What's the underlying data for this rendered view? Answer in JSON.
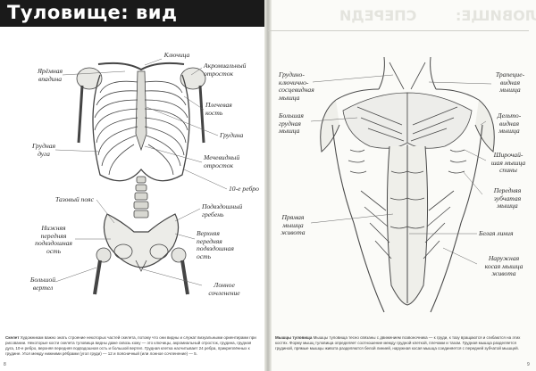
{
  "page_title": "Туловище: вид спереди",
  "ghost_title_left": "СПЕРЕДИ",
  "ghost_title_right": "ТУЛОВИЩЕ:",
  "skeleton_labels": {
    "klyuchitsa": "Ключица",
    "acromion": "Акромиальный\nотросток",
    "scapula_head": "Ярёмная\nвпадина",
    "plechevaya": "Плечевая\nкость",
    "grudina": "Грудина",
    "grudnaya_duga": "Грудная\nдуга",
    "mechevidny": "Мечевидный\nотросток",
    "rib10": "10-е ребро",
    "podvzdoshny": "Подвздошный\nгребень",
    "tazovy_poyas": "Тазовый пояс",
    "nizhnyaya_ost": "Нижняя\nпередняя\nподвздошная\nость",
    "verkhnyaya_ost": "Верхняя\nпередняя\nподвздошная\nость",
    "bolshoy_vertel": "Большой\nвертел",
    "lonnoe": "Лонное\nсочленение"
  },
  "muscle_labels": {
    "grudino": "Грудино-\nключично-\nсосцевидная\nмышца",
    "trapetsievidnaya": "Трапецие-\nвидная\nмышца",
    "bolshaya_grudnaya": "Большая\nгрудная\nмышца",
    "deltovidnaya": "Дельто-\nвидная\nмышца",
    "shirochayshaya": "Широчай-\nшая мышца\nспины",
    "perednyaya_zubchataya": "Передняя\nзубчатая\nмышца",
    "pryamaya": "Прямая\nмышца\nживота",
    "belaya_liniya": "Белая линия",
    "naruzhnaya_kosaya": "Наружная\nкосая мышца\nживота"
  },
  "caption_left": {
    "lead": "Скелет",
    "text": "Художникам важно знать строение некоторых частей скелета, потому что они видны и служат визуальными ориентирами при рисовании. Некоторые кости скелета туловища видны даже сквозь кожу — это ключицы, акромиальный отросток, грудина, грудная дуга, 10-е ребро, верхняя передняя подвздошная ость и большой вертел. Грудная клетка насчитывает 24 ребра, прикреплённых к грудине. Угол между нижними рёбрами (угол груди) — 12 и поясничный (или лонное сочленение) — 5."
  },
  "caption_right": {
    "lead": "Мышцы туловища",
    "text": "Мышцы туловища тесно связаны с движением позвоночника — к груди, к тазу вращаются и сгибаются на этих костях. Форму мышц туловища определяет соотношение между грудной клеткой, плечами и тазом. Грудная мышца разделяется грудиной, прямые мышцы живота разделяются белой линией, наружная косая мышца соединяется с передней зубчатой мышцей."
  },
  "page_number_left": "8",
  "page_number_right": "9"
}
